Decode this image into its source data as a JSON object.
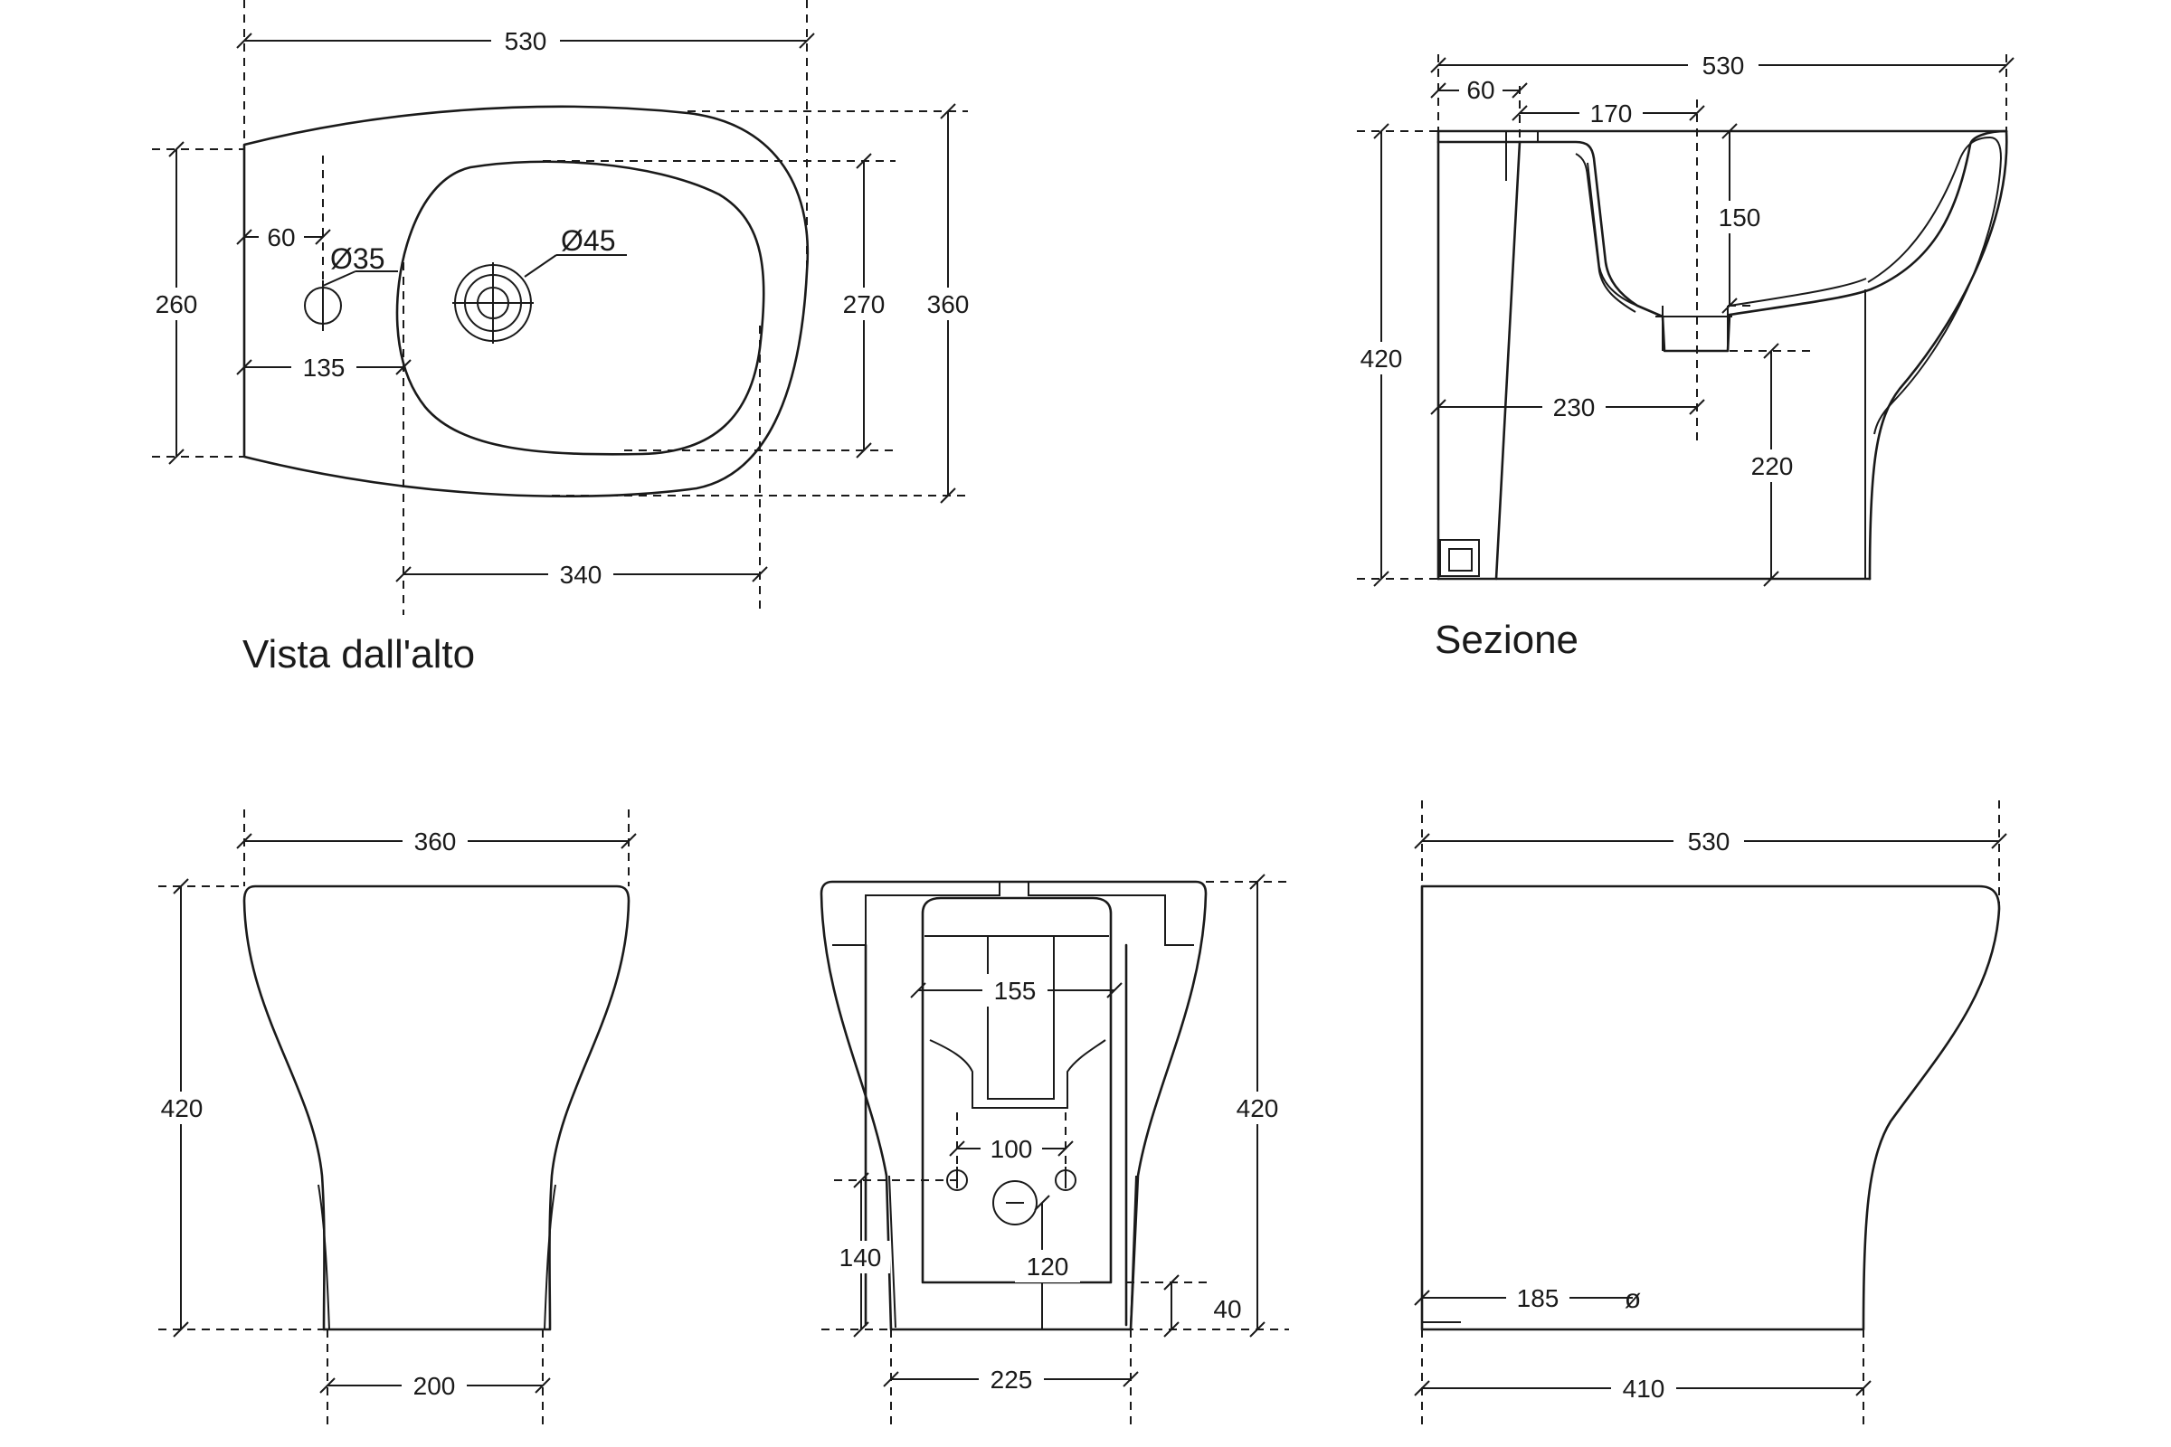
{
  "views": {
    "top": {
      "title": "Vista dall'alto",
      "dims": {
        "width": "530",
        "depth": "260",
        "bowl_depth": "270",
        "total_depth": "360",
        "hole_offset": "60",
        "hole_small": "Ø35",
        "hole_large": "Ø45",
        "hole_pos": "135",
        "bowl_width": "340"
      }
    },
    "section": {
      "title": "Sezione",
      "dims": {
        "width": "530",
        "wall": "60",
        "inner": "170",
        "bowl_depth": "150",
        "height": "420",
        "drain_pos": "230",
        "drain_height": "220"
      }
    },
    "front": {
      "dims": {
        "width": "360",
        "height": "420",
        "base_width": "200"
      }
    },
    "rear": {
      "dims": {
        "opening_width": "155",
        "spacing": "100",
        "pipe_height": "140",
        "drain_height": "120",
        "base_height": "40",
        "height": "420",
        "base_width": "225"
      }
    },
    "side": {
      "dims": {
        "width": "530",
        "fix_pos": "185",
        "fix_symbol": "ø",
        "base_width": "410"
      }
    }
  }
}
